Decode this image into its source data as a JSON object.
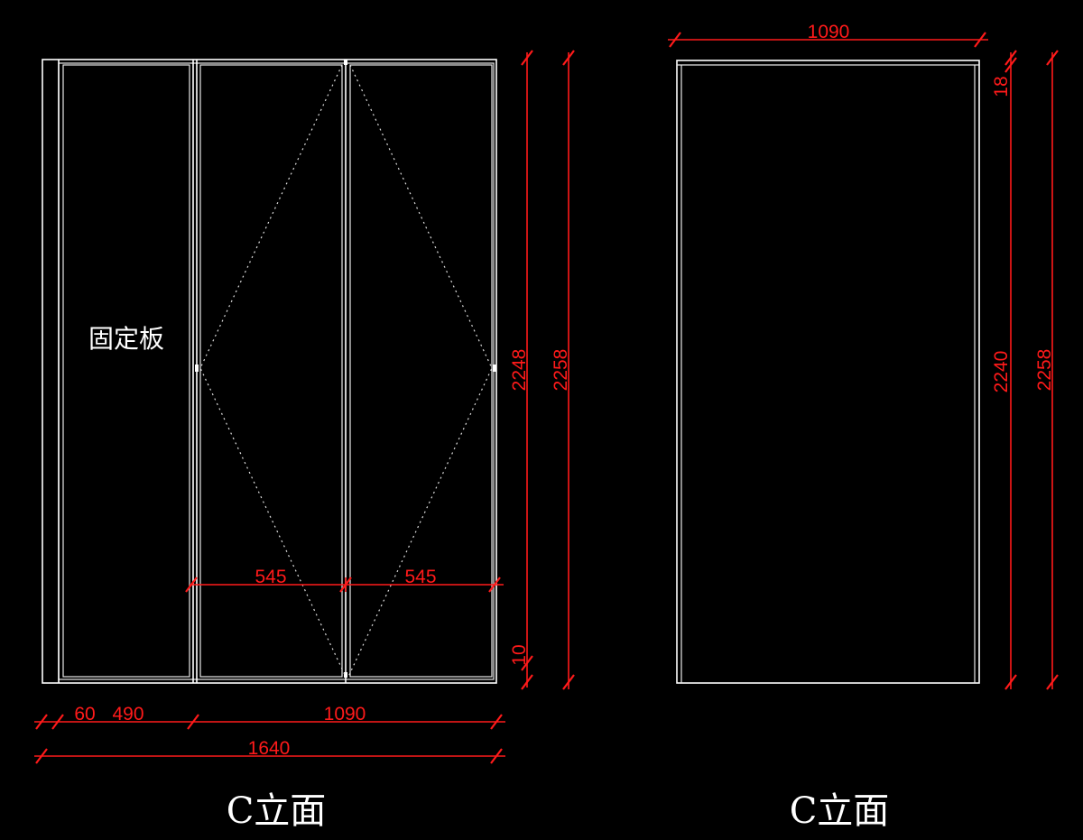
{
  "left_elevation": {
    "title": "C立面",
    "panel_label": "固定板",
    "dims": {
      "seg_60": "60",
      "seg_490": "490",
      "seg_1090": "1090",
      "total_1640": "1640",
      "door_half_left": "545",
      "door_half_right": "545",
      "height_2248": "2248",
      "height_2258": "2258",
      "bottom_10": "10"
    }
  },
  "right_elevation": {
    "title": "C立面",
    "dims": {
      "width_1090": "1090",
      "top_18": "18",
      "height_2240": "2240",
      "height_2258": "2258"
    }
  },
  "colors": {
    "background": "#000000",
    "linework": "#ffffff",
    "dimension": "#ff1a1a"
  }
}
